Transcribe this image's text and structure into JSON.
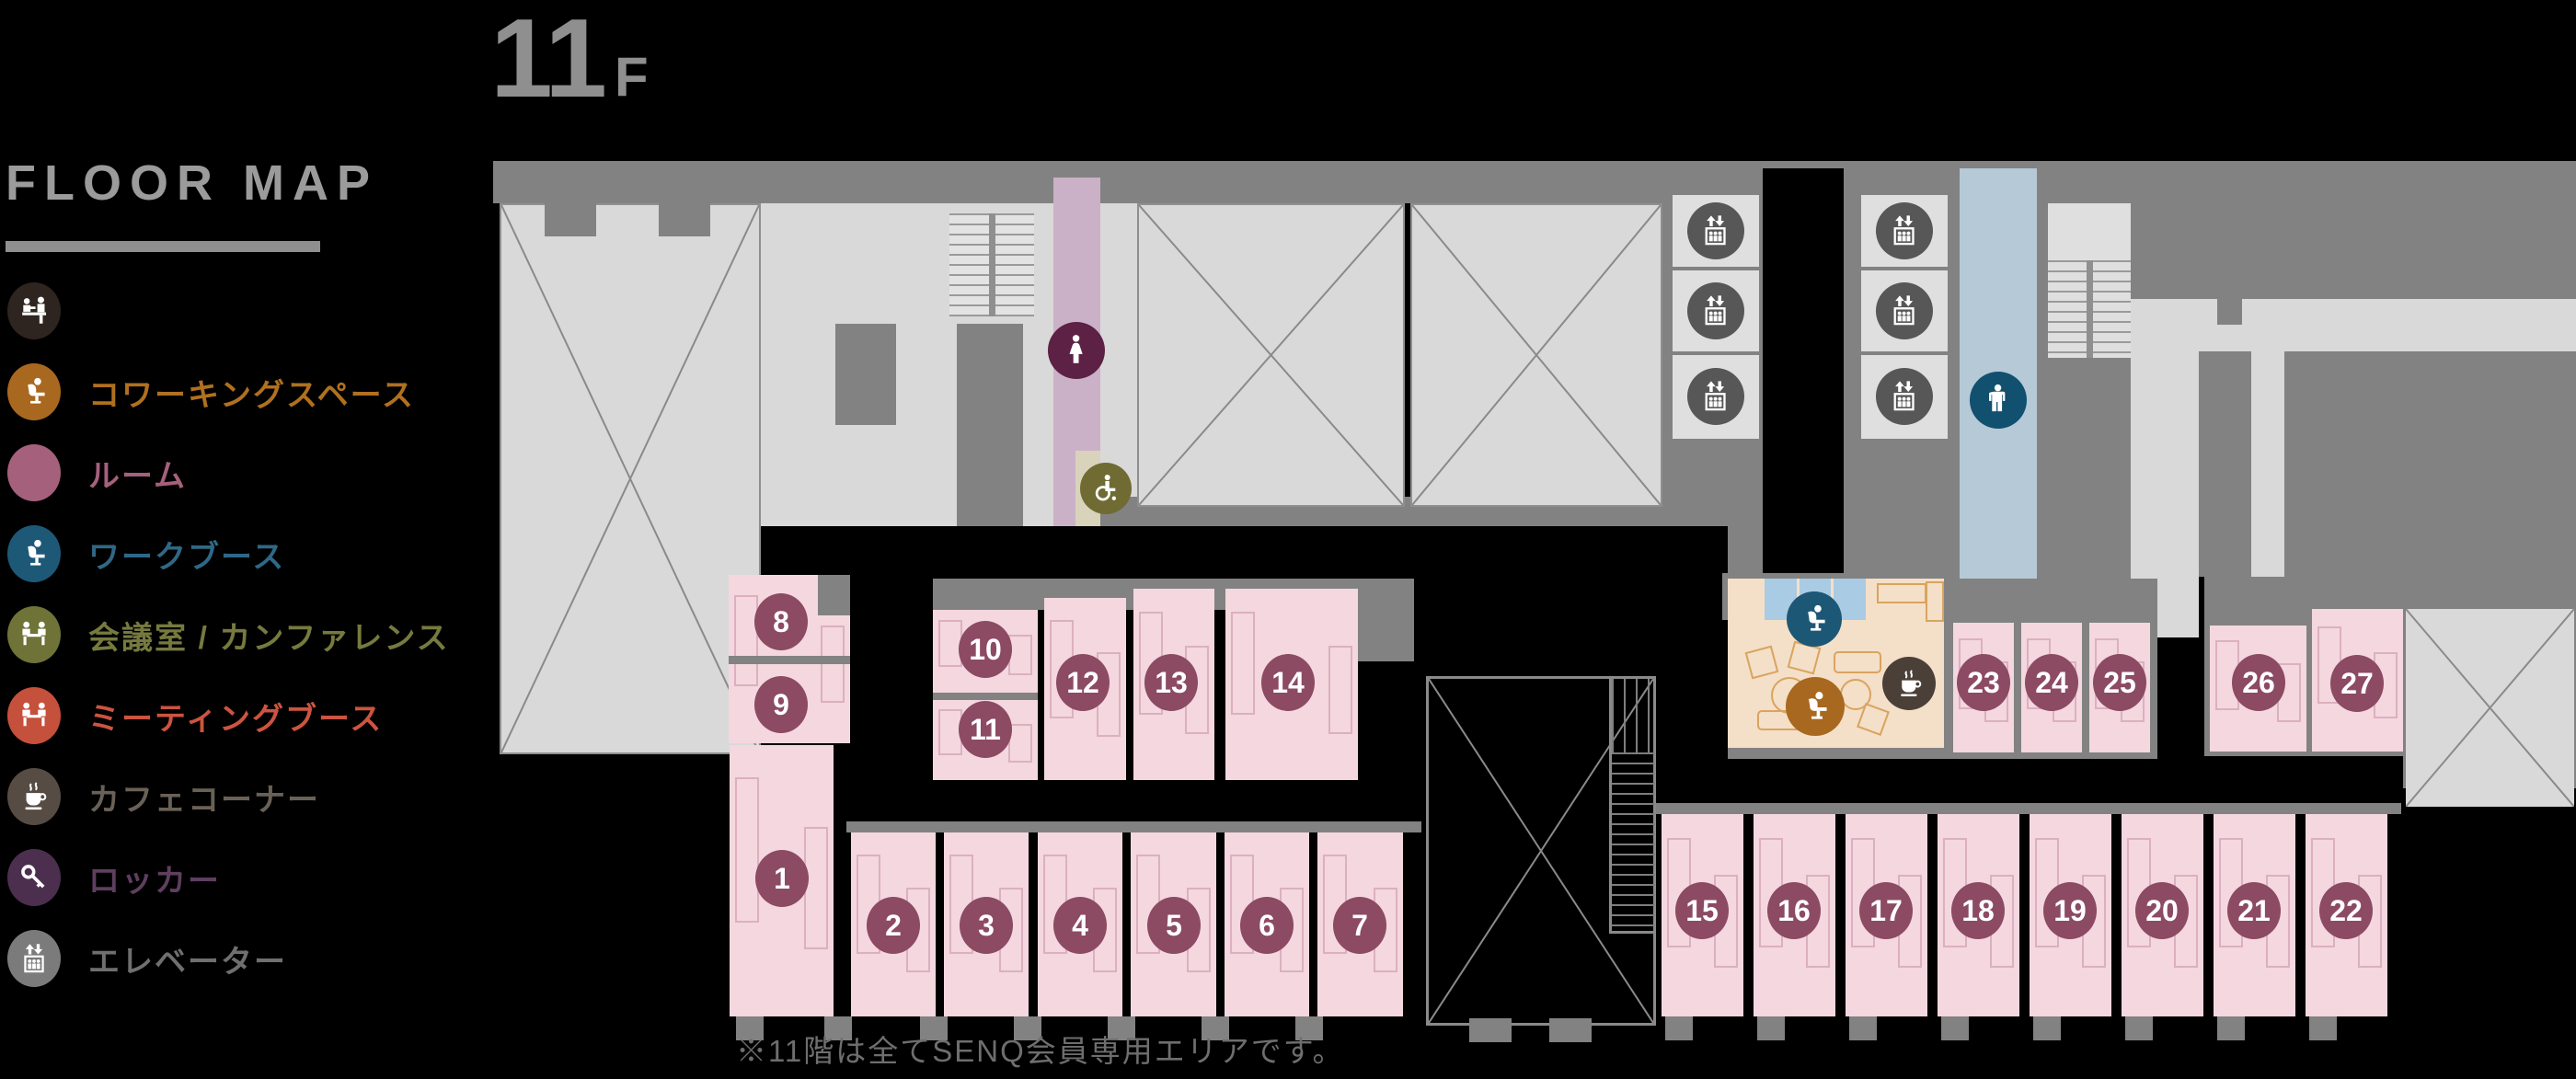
{
  "title": {
    "number": "11",
    "suffix": "F"
  },
  "legend": {
    "heading": "FLOOR MAP",
    "items": [
      {
        "id": "reception",
        "label": "",
        "icon": "reception-icon",
        "circle_color": "#2e2420",
        "label_color": "#9b9b9b"
      },
      {
        "id": "coworking",
        "label": "コワーキングスペース",
        "icon": "seated-person-icon",
        "circle_color": "#a8681f",
        "label_color": "#b0701f"
      },
      {
        "id": "room",
        "label": "ルーム",
        "icon": "none",
        "circle_color": "#a5607c",
        "label_color": "#a5607c"
      },
      {
        "id": "work-booth",
        "label": "ワークブース",
        "icon": "seated-person-icon",
        "circle_color": "#1d5976",
        "label_color": "#2f6886"
      },
      {
        "id": "meeting-room",
        "label": "会議室 / カンファレンス",
        "icon": "meeting-icon",
        "circle_color": "#6f7337",
        "label_color": "#767a3e"
      },
      {
        "id": "meeting-booth",
        "label": "ミーティングブース",
        "icon": "meeting-icon",
        "circle_color": "#c5503c",
        "label_color": "#cc5440"
      },
      {
        "id": "cafe",
        "label": "カフェコーナー",
        "icon": "coffee-icon",
        "circle_color": "#564c43",
        "label_color": "#6a6156"
      },
      {
        "id": "locker",
        "label": "ロッカー",
        "icon": "key-icon",
        "circle_color": "#4c2f4e",
        "label_color": "#5e3f5f"
      },
      {
        "id": "elevator",
        "label": "エレベーター",
        "icon": "elevator-icon",
        "circle_color": "#7b7b7b",
        "label_color": "#6f6f6f"
      }
    ]
  },
  "map": {
    "rooms": [
      "1",
      "2",
      "3",
      "4",
      "5",
      "6",
      "7",
      "8",
      "9",
      "10",
      "11",
      "12",
      "13",
      "14",
      "15",
      "16",
      "17",
      "18",
      "19",
      "20",
      "21",
      "22",
      "23",
      "24",
      "25",
      "26",
      "27"
    ],
    "note": "※11階は全てSENQ会員専用エリアです。",
    "colors": {
      "room_fill": "#f4d7df",
      "room_badge": "#8c4a63",
      "wall": "#828282",
      "floor": "#d9d9d9",
      "women_corridor": "#cbb1c8",
      "women_icon": "#5c2144",
      "men_corridor": "#b6c9d6",
      "men_icon": "#11506e",
      "accessible_icon": "#6f6b33",
      "accessible_floor": "#d8d3ba",
      "lounge": "#f4dfc8",
      "booth_blue": "#a9cbe3",
      "cafe_icon": "#4a4037",
      "coworking_icon": "#a8681f",
      "workbooth_icon": "#1c5776",
      "elevator_icon": "#575757"
    }
  }
}
